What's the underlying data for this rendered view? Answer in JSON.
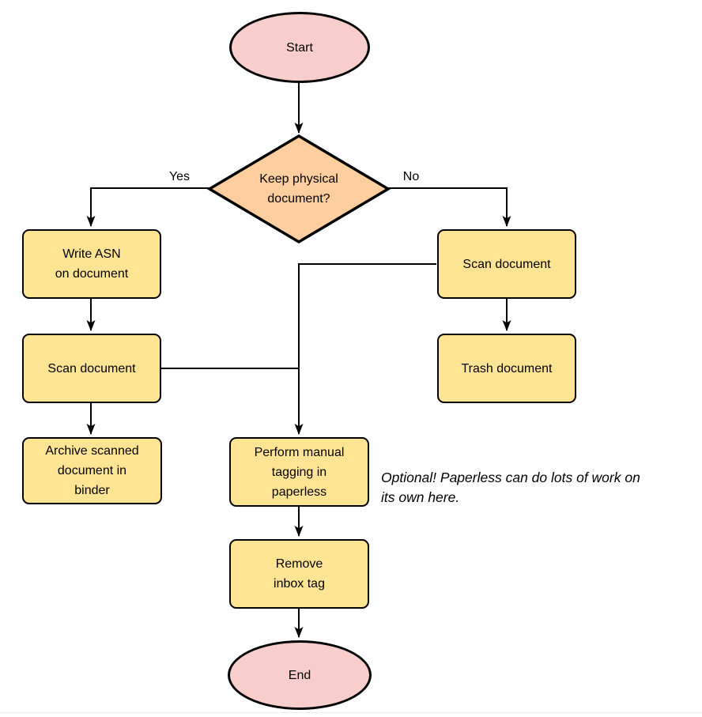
{
  "diagram": {
    "nodes": {
      "start": {
        "label": "Start"
      },
      "decision": {
        "label": "Keep physical\ndocument?"
      },
      "write_asn": {
        "label": "Write ASN\non document"
      },
      "scan_left": {
        "label": "Scan document"
      },
      "archive": {
        "label": "Archive scanned\ndocument in\nbinder"
      },
      "scan_right": {
        "label": "Scan document"
      },
      "trash": {
        "label": "Trash document"
      },
      "perform_tagging": {
        "label": "Perform manual\ntagging in\npaperless"
      },
      "remove_inbox": {
        "label": "Remove\ninbox tag"
      },
      "end": {
        "label": "End"
      }
    },
    "edge_labels": {
      "yes": "Yes",
      "no": "No"
    },
    "annotation": "Optional! Paperless can do lots of work on\nits own here.",
    "colors": {
      "terminal_fill": "#F8CECC",
      "decision_fill": "#FFCE9F",
      "process_fill": "#FFE493",
      "stroke": "#000000"
    }
  }
}
